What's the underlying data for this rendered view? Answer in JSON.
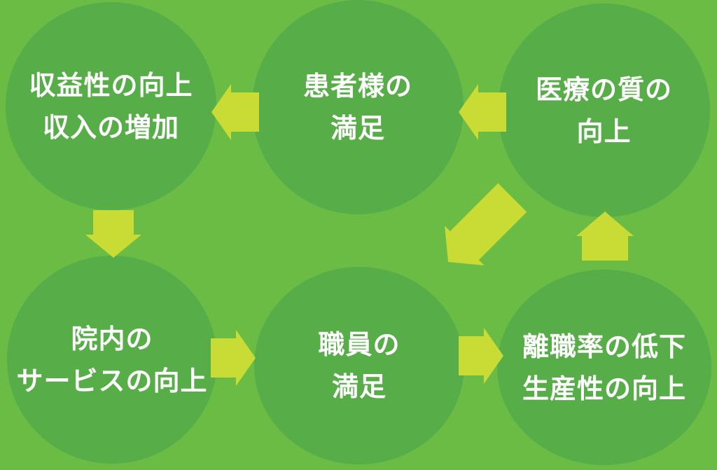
{
  "colors": {
    "background": "#6abc45",
    "circle": "#57ad47",
    "arrow": "#c9dc36",
    "text": "#ffffff"
  },
  "nodes": {
    "profit": {
      "line1": "収益性の向上",
      "line2": "収入の増加"
    },
    "patient": {
      "line1": "患者様の",
      "line2": "満足"
    },
    "quality": {
      "line1": "医療の質の",
      "line2": "向上"
    },
    "service": {
      "line1": "院内の",
      "line2": "サービスの向上"
    },
    "staff": {
      "line1": "職員の",
      "line2": "満足"
    },
    "turnover": {
      "line1": "離職率の低下",
      "line2": "生産性の向上"
    }
  },
  "arrows": [
    {
      "name": "quality-to-patient",
      "direction": "left"
    },
    {
      "name": "patient-to-profit",
      "direction": "left"
    },
    {
      "name": "profit-to-service",
      "direction": "down"
    },
    {
      "name": "service-to-staff",
      "direction": "right"
    },
    {
      "name": "staff-to-turnover",
      "direction": "right"
    },
    {
      "name": "turnover-to-quality",
      "direction": "up"
    },
    {
      "name": "quality-to-staff",
      "direction": "down-left"
    }
  ]
}
